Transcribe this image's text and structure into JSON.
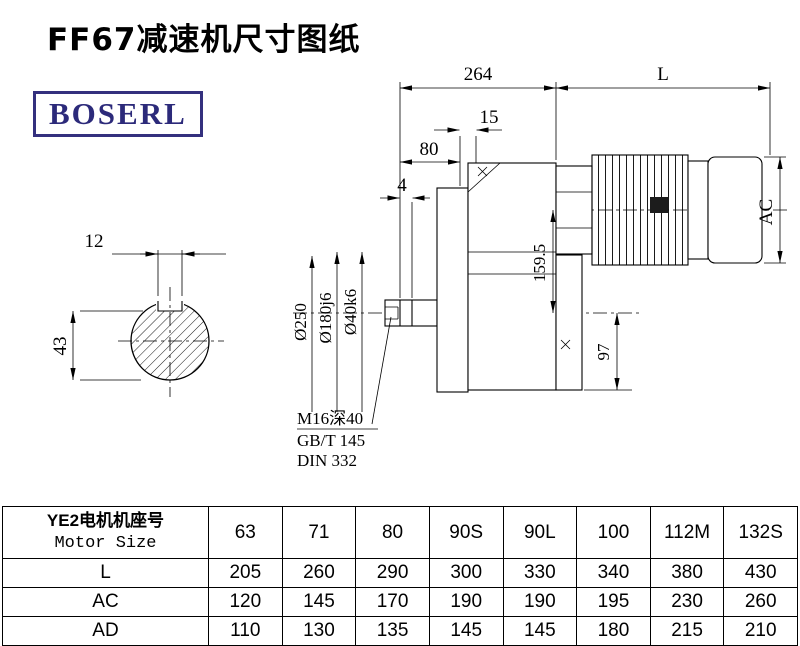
{
  "page": {
    "title": "FF67减速机尺寸图纸",
    "logo": "BOSERL"
  },
  "drawing": {
    "dim_264": "264",
    "dim_L": "L",
    "dim_15": "15",
    "dim_80": "80",
    "dim_4": "4",
    "dim_AC": "AC",
    "dim_12": "12",
    "dim_43": "43",
    "dia_flange": "Ø250",
    "dia_spigot": "Ø180j6",
    "dia_shaft": "Ø40k6",
    "dim_159_5": "159.5",
    "dim_97": "97",
    "note_tap": "M16深40",
    "note_gb": "GB/T 145",
    "note_din": "DIN 332"
  },
  "table": {
    "motor_label_cn": "YE2电机机座号",
    "motor_label_en": "Motor Size",
    "sizes": [
      "63",
      "71",
      "80",
      "90S",
      "90L",
      "100",
      "112M",
      "132S"
    ],
    "rows": [
      {
        "label": "L",
        "values": [
          "205",
          "260",
          "290",
          "300",
          "330",
          "340",
          "380",
          "430"
        ]
      },
      {
        "label": "AC",
        "values": [
          "120",
          "145",
          "170",
          "190",
          "190",
          "195",
          "230",
          "260"
        ]
      },
      {
        "label": "AD",
        "values": [
          "110",
          "130",
          "135",
          "145",
          "145",
          "180",
          "215",
          "210"
        ]
      }
    ]
  }
}
